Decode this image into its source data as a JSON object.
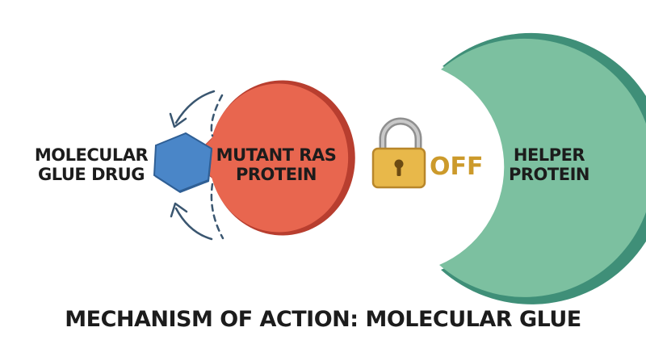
{
  "diagram": {
    "drug": {
      "line1": "MOLECULAR",
      "line2": "GLUE DRUG",
      "icon": "pentagon-drug-molecule",
      "color": "#4a86c8"
    },
    "ras": {
      "line1": "MUTANT RAS",
      "line2": "PROTEIN",
      "icon": "notched-circle-protein",
      "color": "#e8664f"
    },
    "lock": {
      "icon": "padlock-icon",
      "state_text": "OFF",
      "color": "#e8b84a"
    },
    "helper": {
      "line1": "HELPER",
      "line2": "PROTEIN",
      "icon": "crescent-protein",
      "color": "#7cc0a0"
    },
    "arrows": {
      "icon": "curved-binding-arrows",
      "color": "#3a5670"
    }
  },
  "title": "MECHANISM OF ACTION: MOLECULAR GLUE"
}
